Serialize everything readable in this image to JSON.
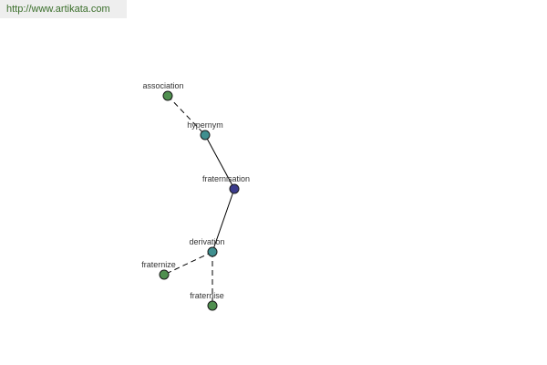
{
  "watermark": "http://www.artikata.com",
  "colors": {
    "leaf": "#4f8f4f",
    "relation": "#3f8f8f",
    "center": "#3c3c8c"
  },
  "nodes": [
    {
      "id": "association",
      "label": "association",
      "kind": "leaf"
    },
    {
      "id": "hypernym",
      "label": "hypernym",
      "kind": "relation"
    },
    {
      "id": "fraternisation",
      "label": "fraternisation",
      "kind": "center"
    },
    {
      "id": "derivation",
      "label": "derivation",
      "kind": "relation"
    },
    {
      "id": "fraternize",
      "label": "fraternize",
      "kind": "leaf"
    },
    {
      "id": "fraternise",
      "label": "fraternise",
      "kind": "leaf"
    }
  ],
  "edges": [
    {
      "from": "association",
      "to": "hypernym",
      "style": "dashed"
    },
    {
      "from": "hypernym",
      "to": "fraternisation",
      "style": "solid"
    },
    {
      "from": "fraternisation",
      "to": "derivation",
      "style": "solid"
    },
    {
      "from": "derivation",
      "to": "fraternize",
      "style": "dashed"
    },
    {
      "from": "derivation",
      "to": "fraternise",
      "style": "dashed"
    }
  ]
}
